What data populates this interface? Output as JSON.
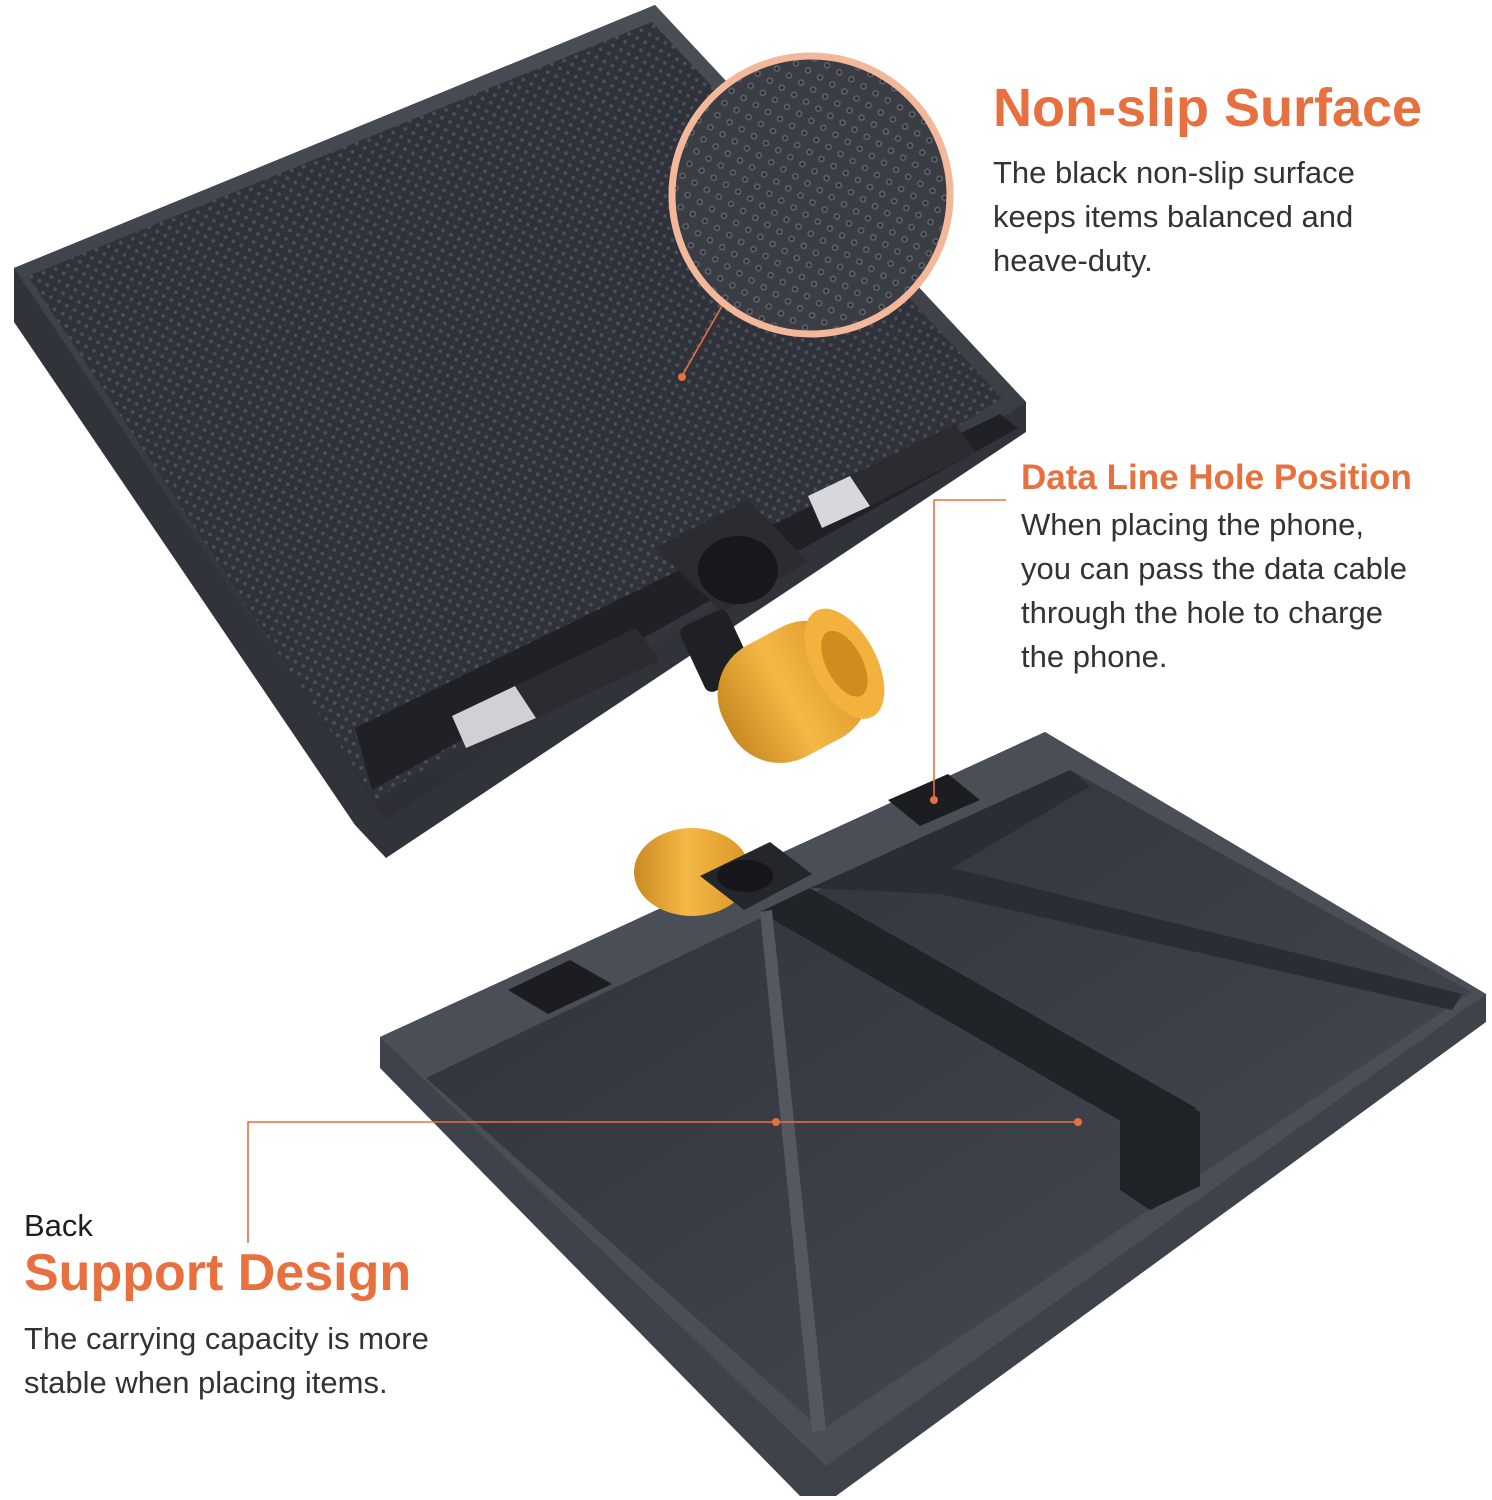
{
  "theme": {
    "accent": "#e8703f",
    "tray": "#3c4049",
    "tray_dark": "#24272d",
    "knob": "#f1ad3a",
    "text": "#333333"
  },
  "callouts": {
    "non_slip": {
      "title": "Non-slip Surface",
      "lines": [
        "The black non-slip surface",
        "keeps items balanced and",
        "heave-duty."
      ]
    },
    "data_line": {
      "title": "Data Line Hole Position",
      "lines": [
        "When placing the phone,",
        "you can pass the data cable",
        "through the hole to charge",
        "the phone."
      ]
    },
    "support": {
      "prefix": "Back",
      "title": "Support Design",
      "lines": [
        "The carrying capacity is more",
        "stable when placing items."
      ]
    }
  },
  "icons": {
    "texture_zoom": "magnifier-circle-icon",
    "knob": "clamp-knob-icon"
  }
}
